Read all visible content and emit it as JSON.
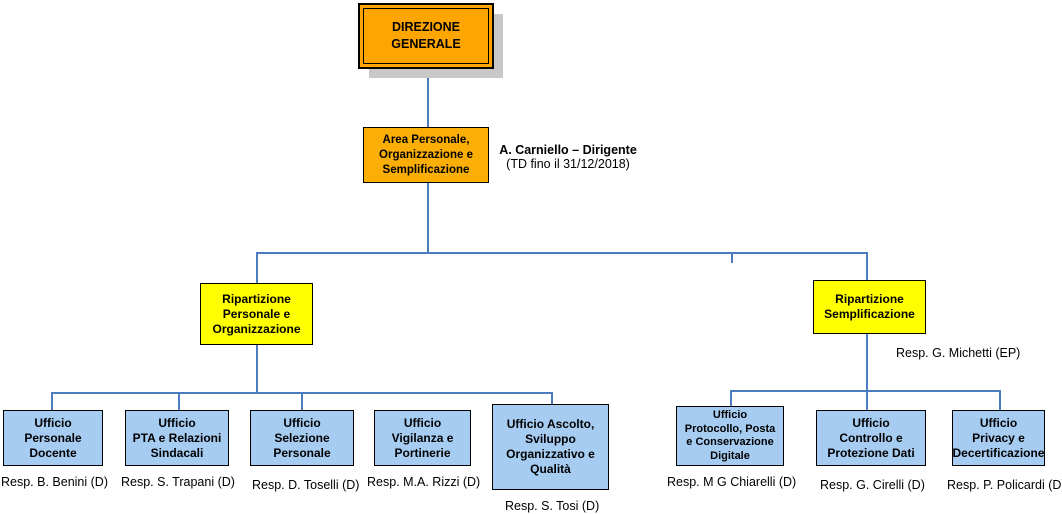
{
  "colors": {
    "top_box": "#FFA500",
    "area_box": "#FBAE06",
    "ripartizione_box": "#FFFF00",
    "ufficio_box": "#A6CCF2",
    "connector": "#4C7CBE",
    "shadow": "#C8C8C8"
  },
  "nodes": {
    "direzione": {
      "label": "DIREZIONE\nGENERALE"
    },
    "area": {
      "label": "Area Personale,\nOrganizzazione e\nSemplificazione",
      "manager": "A. Carniello – Dirigente",
      "manager_note": "(TD fino il 31/12/2018)"
    },
    "rip_personale": {
      "label": "Ripartizione\nPersonale e\nOrganizzazione"
    },
    "rip_semplificazione": {
      "label": "Ripartizione\nSemplificazione",
      "manager": "Resp. G. Michetti (EP)"
    },
    "uffici": [
      {
        "label": "Ufficio\nPersonale\nDocente",
        "resp": "Resp. B. Benini (D)"
      },
      {
        "label": "Ufficio\nPTA e Relazioni\nSindacali",
        "resp": "Resp. S. Trapani (D)"
      },
      {
        "label": "Ufficio\nSelezione\nPersonale",
        "resp": "Resp. D. Toselli (D)"
      },
      {
        "label": "Ufficio\nVigilanza e\nPortinerie",
        "resp": "Resp. M.A. Rizzi (D)"
      },
      {
        "label": "Ufficio Ascolto,\nSviluppo\nOrganizzativo e\nQualità",
        "resp": "Resp. S. Tosi (D)"
      },
      {
        "label": "Ufficio\nProtocollo, Posta\ne Conservazione\nDigitale",
        "resp": "Resp. M G Chiarelli (D)"
      },
      {
        "label": "Ufficio\nControllo e\nProtezione Dati",
        "resp": "Resp. G. Cirelli (D)"
      },
      {
        "label": "Ufficio\nPrivacy e\nDecertificazione",
        "resp": "Resp. P. Policardi (D)"
      }
    ]
  }
}
